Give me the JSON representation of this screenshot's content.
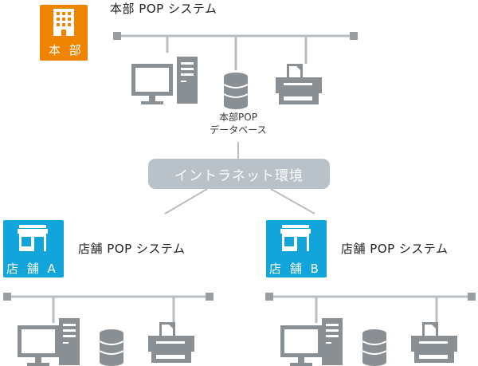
{
  "hq": {
    "badge_label": "本 部",
    "system_title": "本部 POP システム",
    "database_label_line1": "本部POP",
    "database_label_line2": "データベース",
    "badge_color": "#f08300"
  },
  "network": {
    "label": "イントラネット環境",
    "pill_color": "#b9c2c9"
  },
  "store_a": {
    "badge_label": "店 舗 A",
    "system_title": "店舗 POP システム",
    "badge_color": "#12a5dc"
  },
  "store_b": {
    "badge_label": "店 舗 B",
    "system_title": "店舗 POP システム",
    "badge_color": "#12a5dc"
  },
  "colors": {
    "device": "#8a8f94",
    "line": "#b9bec2",
    "node": "#999ea2"
  }
}
